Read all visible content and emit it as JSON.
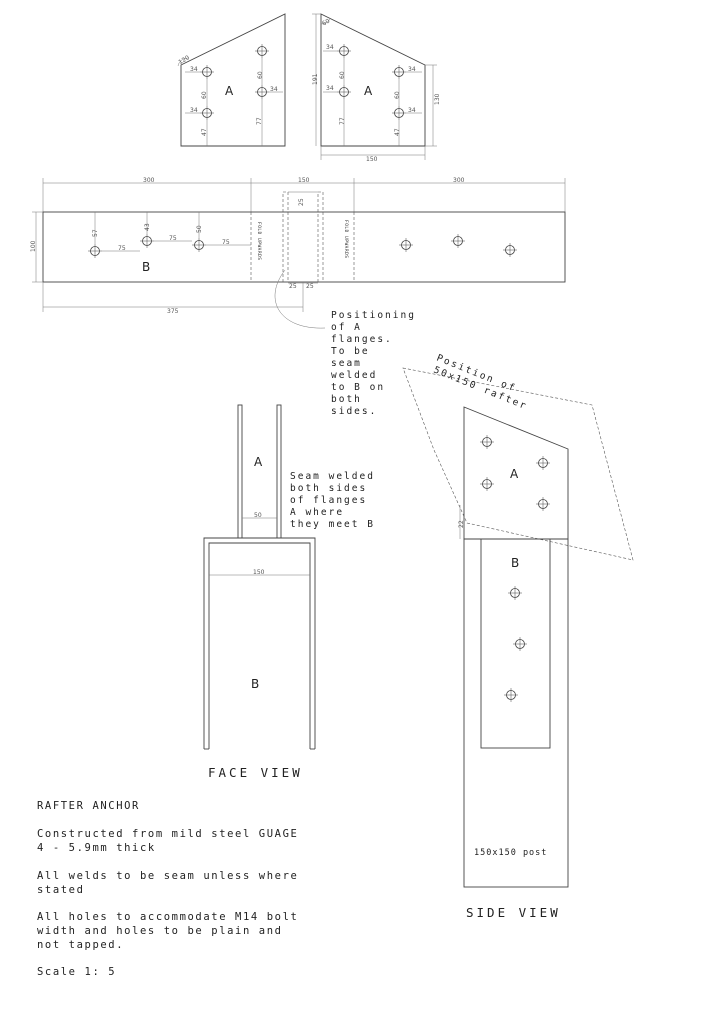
{
  "flange_left": {
    "label": "A",
    "angle": "120",
    "dims": [
      "34",
      "60",
      "34",
      "47",
      "60",
      "34",
      "77"
    ]
  },
  "flange_right": {
    "label": "A",
    "angle": "60",
    "dims": [
      "34",
      "191",
      "60",
      "77",
      "34",
      "60",
      "34",
      "47",
      "130",
      "150"
    ]
  },
  "plate": {
    "label": "B",
    "top_dims": [
      "300",
      "150",
      "300"
    ],
    "height": "100",
    "bottom_dim": "375",
    "hole_dims": [
      "57",
      "43",
      "50",
      "75",
      "75",
      "75"
    ],
    "flange_dims": [
      "25",
      "25",
      "25"
    ],
    "fold_left": "FOLD UPWARDS",
    "fold_right": "FOLD UPWARDS"
  },
  "positioning_note": [
    "Positioning",
    "of A",
    "flanges.",
    "To be",
    "seam",
    "welded",
    "to B on",
    "both",
    "sides."
  ],
  "face_view": {
    "label_a": "A",
    "label_b": "B",
    "dim_50": "50",
    "dim_150": "150",
    "weld_note": [
      "Seam welded",
      "both sides",
      "of flanges",
      "A where",
      "they meet B"
    ],
    "title": "FACE VIEW"
  },
  "side_view": {
    "rafter_label": [
      "Position of",
      "50x150 rafter"
    ],
    "label_a": "A",
    "label_b": "B",
    "angle": "22",
    "post_label": "150x150 post",
    "title": "SIDE VIEW"
  },
  "specs": {
    "title": "RAFTER ANCHOR",
    "material": [
      "Constructed from mild steel GUAGE",
      "4 - 5.9mm thick"
    ],
    "welds": [
      "All welds to be seam unless where",
      "stated"
    ],
    "holes": [
      "All holes to accommodate M14 bolt",
      "width and holes to be plain and",
      "not tapped."
    ],
    "scale": "Scale 1: 5"
  }
}
